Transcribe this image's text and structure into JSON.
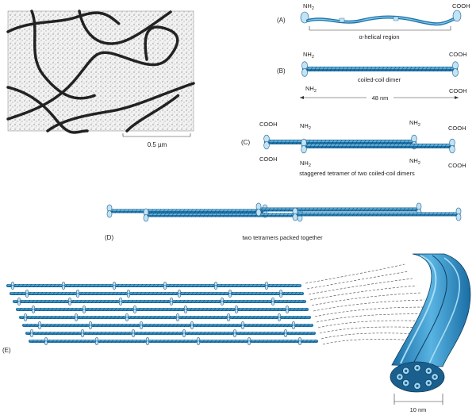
{
  "micrograph": {
    "scale_bar_label": "0.5 µm"
  },
  "panels": {
    "A": {
      "letter": "(A)",
      "nh2": "NH",
      "nh2_sub": "2",
      "cooh": "COOH",
      "region_label": "α-helical region"
    },
    "B": {
      "letter": "(B)",
      "nh2_top": "NH",
      "nh2_top_sub": "2",
      "nh2_bottom": "NH",
      "nh2_bottom_sub": "2",
      "cooh_top": "COOH",
      "cooh_bottom": "COOH",
      "caption": "coiled-coil dimer",
      "length_label": "48 nm"
    },
    "C": {
      "letter": "(C)",
      "cooh_tl": "COOH",
      "cooh_bl": "COOH",
      "nh2_tl": "NH",
      "nh2_tl_sub": "2",
      "nh2_bl": "NH",
      "nh2_bl_sub": "2",
      "nh2_tr": "NH",
      "nh2_tr_sub": "2",
      "nh2_br": "NH",
      "nh2_br_sub": "2",
      "cooh_tr": "COOH",
      "cooh_br": "COOH",
      "caption": "staggered tetramer of two coiled-coil dimers"
    },
    "D": {
      "letter": "(D)",
      "caption": "two tetramers packed together"
    },
    "E": {
      "letter": "(E)",
      "scale_label": "10 nm"
    }
  },
  "colors": {
    "rope_dark": "#1f73a8",
    "rope_light": "#7cc7ec",
    "head_fill": "#bfe3f7",
    "outline": "#2a5f86"
  }
}
